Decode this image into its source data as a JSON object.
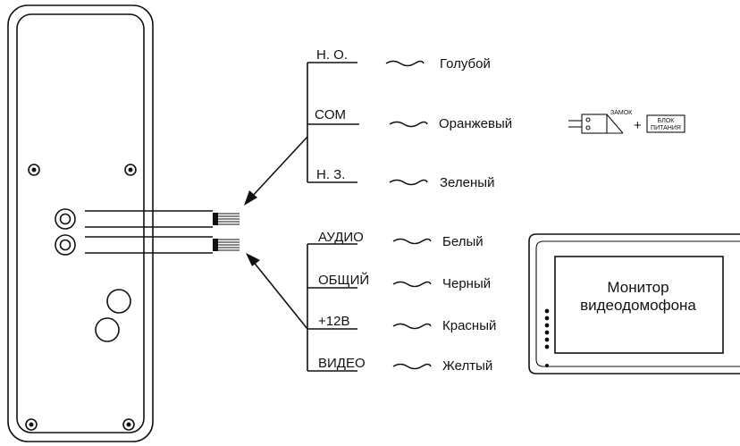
{
  "wires_relay": [
    {
      "terminal": "Н. О.",
      "color": "Голубой"
    },
    {
      "terminal": "COM",
      "color": "Оранжевый"
    },
    {
      "terminal": "Н. З.",
      "color": "Зеленый"
    }
  ],
  "wires_monitor": [
    {
      "terminal": "АУДИО",
      "color": "Белый"
    },
    {
      "terminal": "ОБЩИЙ",
      "color": "Черный"
    },
    {
      "terminal": "+12В",
      "color": "Красный"
    },
    {
      "terminal": "ВИДЕО",
      "color": "Желтый"
    }
  ],
  "lock_box": {
    "lock_label": "ЗАМОК",
    "plus": "+",
    "power_line1": "БЛОК",
    "power_line2": "ПИТАНИЯ"
  },
  "monitor": {
    "line1": "Монитор",
    "line2": "видеодомофона"
  }
}
